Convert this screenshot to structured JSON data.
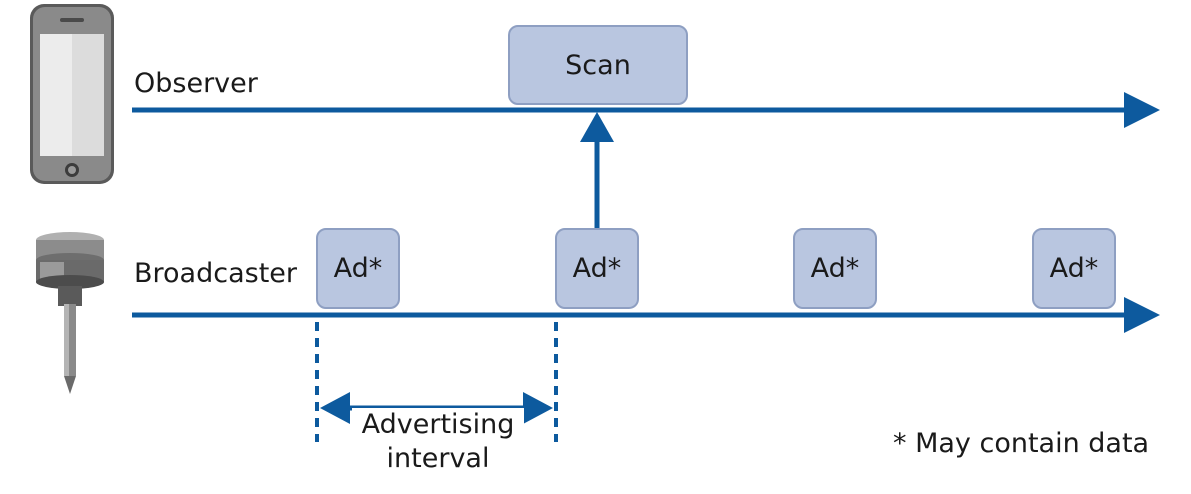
{
  "diagram": {
    "observer_label": "Observer",
    "broadcaster_label": "Broadcaster",
    "scan_label": "Scan",
    "ad_labels": [
      "Ad*",
      "Ad*",
      "Ad*",
      "Ad*"
    ],
    "interval_label_line1": "Advertising",
    "interval_label_line2": "interval",
    "footnote": "* May contain data"
  },
  "colors": {
    "line": "#0d5a9e",
    "box_fill": "#b9c6e0",
    "box_border": "#8e9fc2"
  },
  "icons": [
    "smartphone-icon",
    "broadcaster-sensor-icon"
  ]
}
